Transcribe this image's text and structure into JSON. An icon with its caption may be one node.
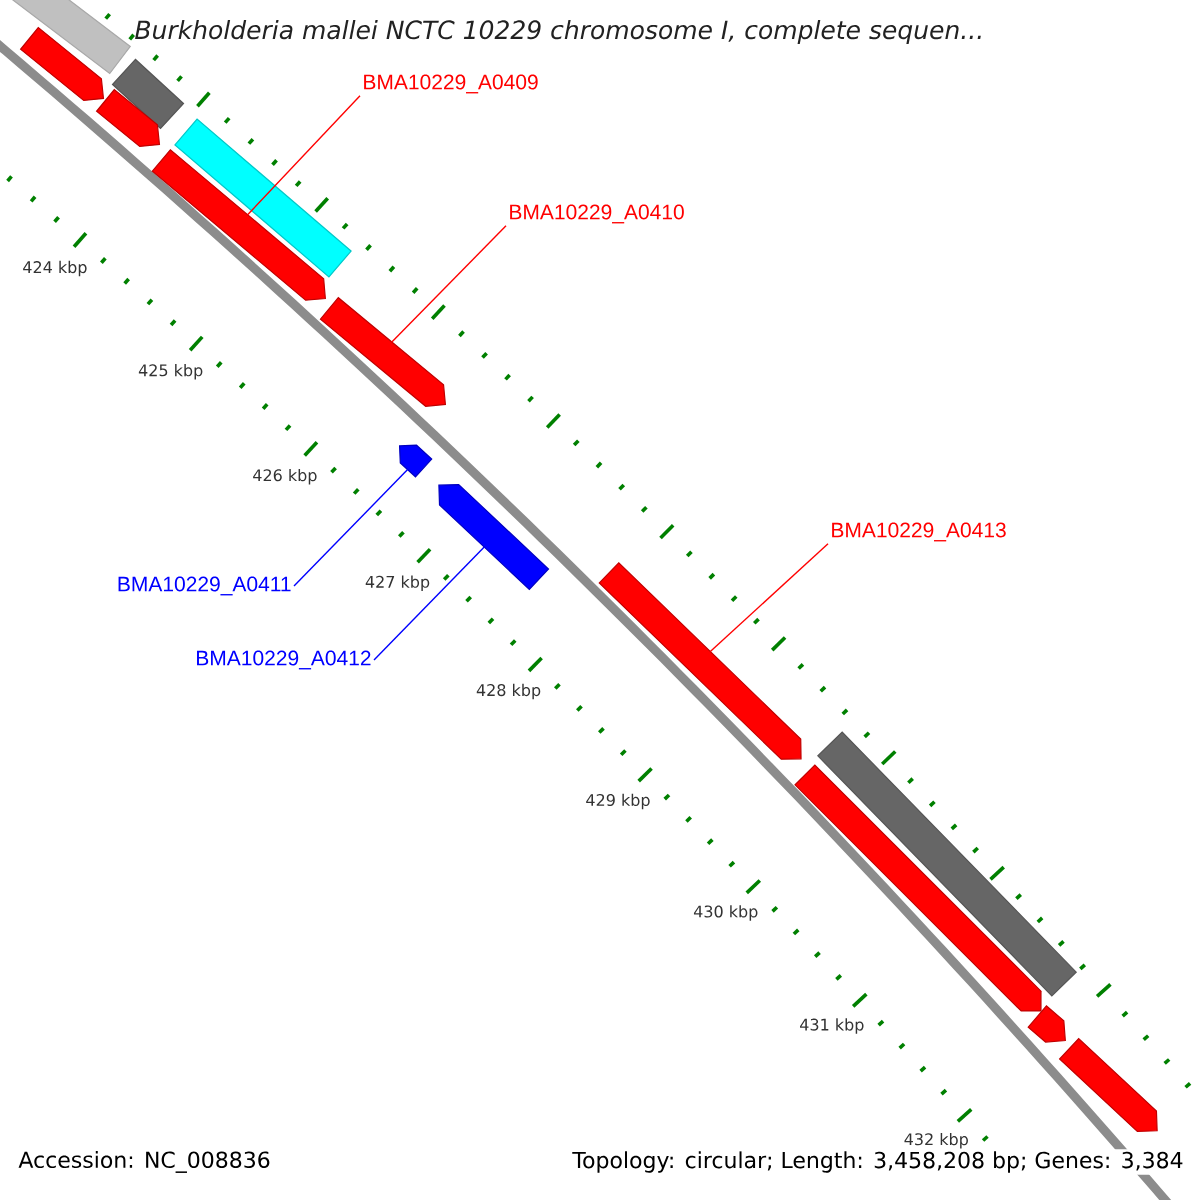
{
  "diagram": {
    "title": "Burkholderia mallei NCTC 10229 chromosome I, complete sequen...",
    "nodes": [
      {
        "text": [],
        "shape": "bar"
      },
      {
        "text": [],
        "shape": "arrow"
      },
      {
        "text": [],
        "shape": "bar"
      },
      {
        "text": [],
        "shape": "arrow"
      },
      {
        "text": [],
        "shape": "bar"
      },
      {
        "text": [
          "BMA10229_A0409"
        ]
      },
      {
        "text": [],
        "shape": "arrow"
      },
      {
        "text": [
          "BMA10229_A0410"
        ]
      },
      {
        "text": [],
        "shape": "arrow"
      },
      {
        "text": [],
        "shape": "arrow"
      },
      {
        "text": [
          "BMA10229_A0411"
        ]
      },
      {
        "text": [],
        "shape": "arrow"
      },
      {
        "text": [
          "BMA10229_A0412"
        ]
      },
      {
        "text": [
          "BMA10229_A0413"
        ]
      },
      {
        "text": [],
        "shape": "arrow"
      },
      {
        "text": [],
        "shape": "arrow"
      },
      {
        "text": [],
        "shape": "bar"
      },
      {
        "text": [],
        "shape": "arrow"
      },
      {
        "text": [],
        "shape": "arrow"
      }
    ],
    "edges": [
      {
        "from": 5,
        "to": 6,
        "arrow": "none"
      },
      {
        "from": 7,
        "to": 8,
        "arrow": "none"
      },
      {
        "from": 10,
        "to": 9,
        "arrow": "none",
        "color": "#0000ff"
      },
      {
        "from": 12,
        "to": 11,
        "arrow": "none",
        "color": "#0000ff"
      },
      {
        "from": 13,
        "to": 14,
        "arrow": "none"
      }
    ],
    "labels": [
      "424 kbp",
      "425 kbp",
      "426 kbp",
      "427 kbp",
      "428 kbp",
      "429 kbp",
      "430 kbp",
      "431 kbp",
      "432 kbp",
      "Accession: NC_008836",
      "Topology: circular; Length: 3,458,208 bp; Genes: 3,384"
    ]
  }
}
